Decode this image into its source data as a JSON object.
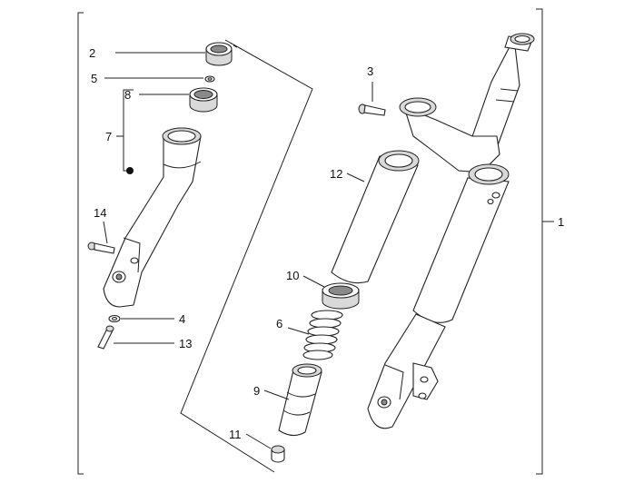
{
  "callouts": {
    "c1": "1",
    "c2": "2",
    "c3": "3",
    "c4": "4",
    "c5": "5",
    "c6": "6",
    "c7": "7",
    "c8": "8",
    "c9": "9",
    "c10": "10",
    "c11": "11",
    "c12": "12",
    "c13": "13",
    "c14": "14"
  },
  "colors": {
    "line": "#222222",
    "background": "#ffffff"
  }
}
